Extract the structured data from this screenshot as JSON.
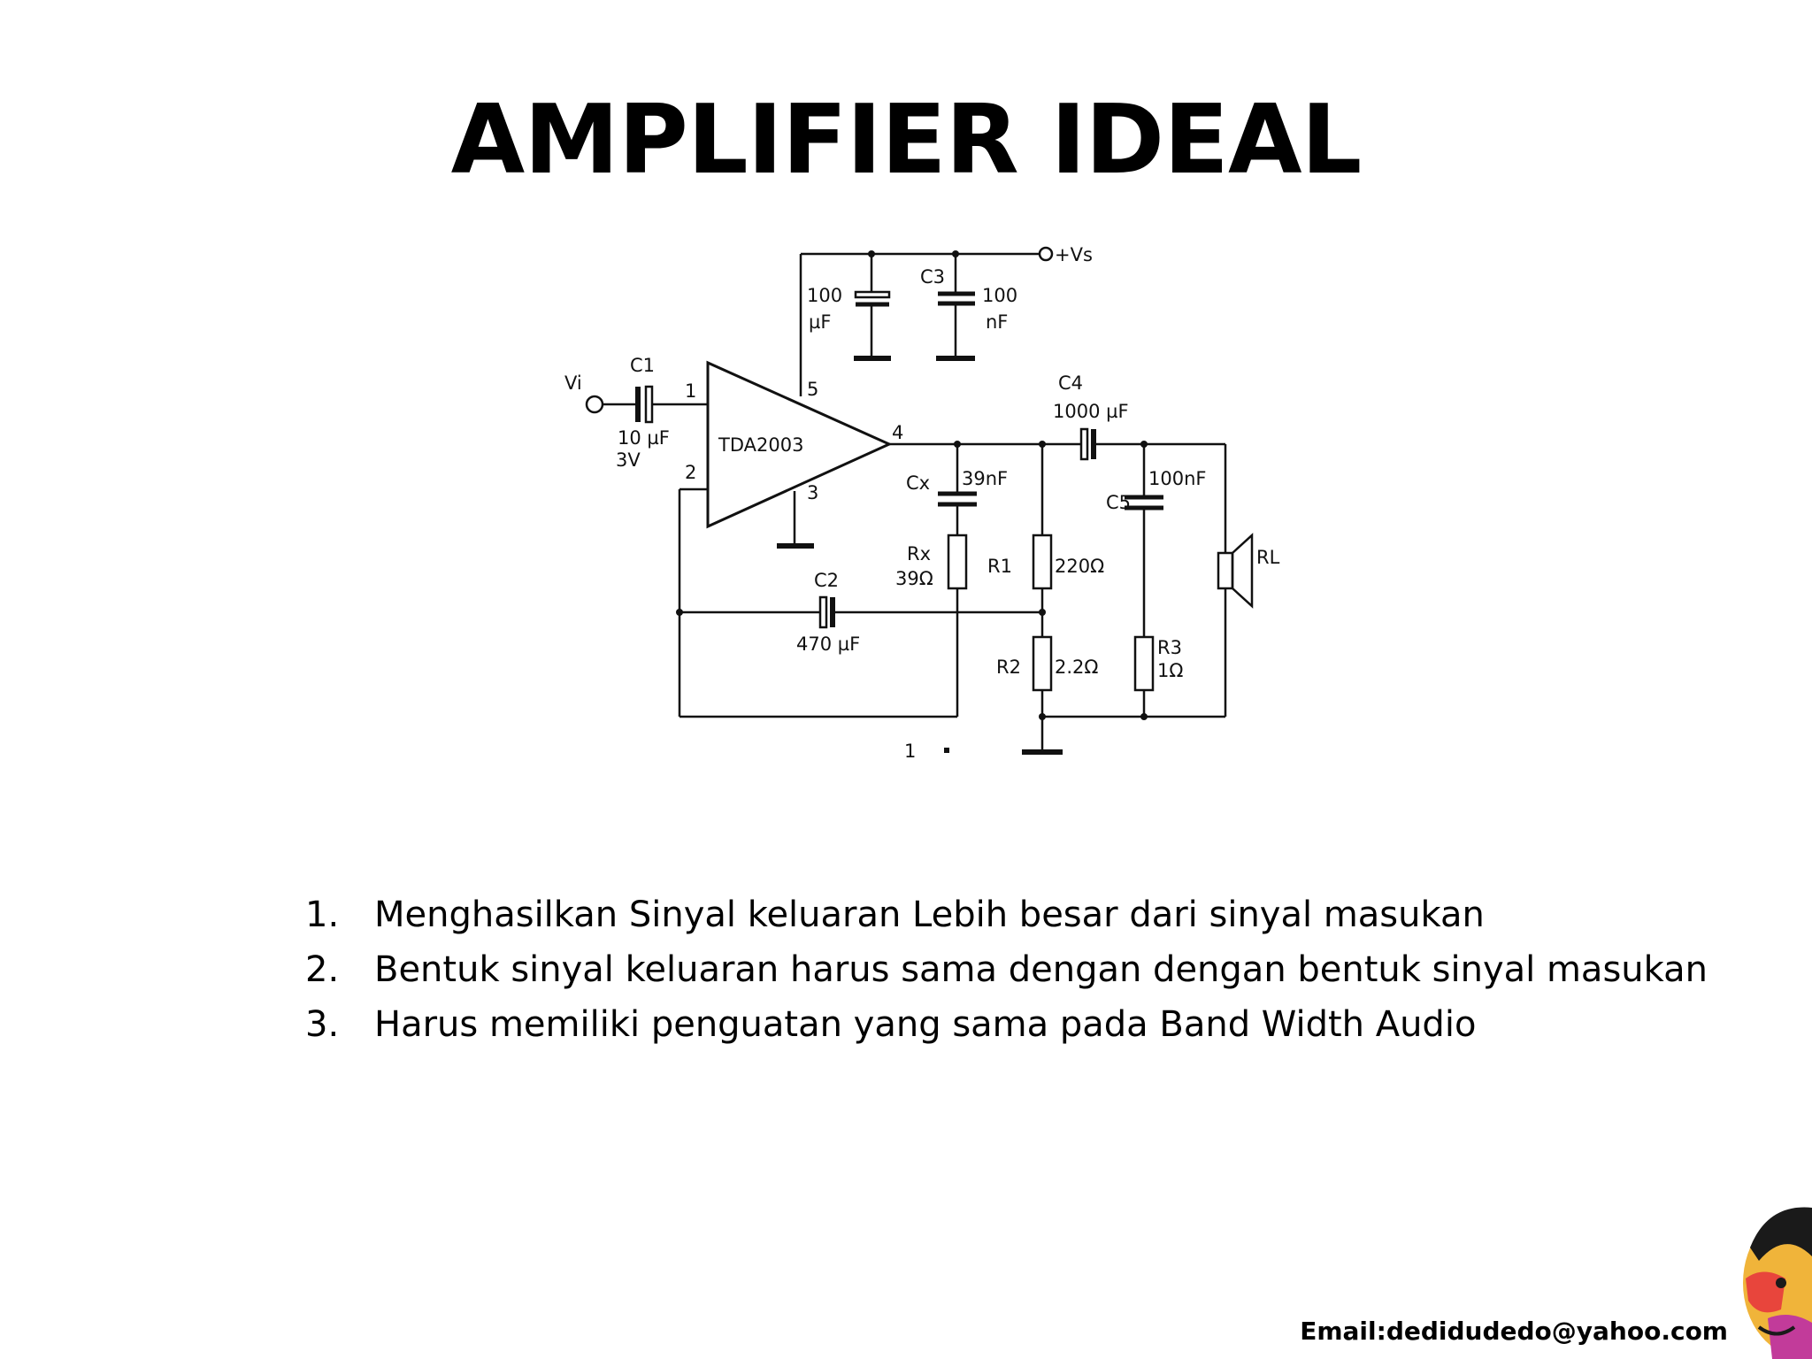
{
  "slide": {
    "title": "AMPLIFIER IDEAL",
    "email": "Email:dedidudedo@yahoo.com"
  },
  "schematic": {
    "ic": "TDA2003",
    "pins": [
      "1",
      "2",
      "3",
      "4",
      "5"
    ],
    "labels": {
      "vs": "+Vs",
      "vi": "Vi",
      "c1": "C1",
      "c1_value": "10 µF",
      "c1_voltage": "3V",
      "c_top_value": "100",
      "c_top_unit": "µF",
      "c3": "C3",
      "c3_value": "100",
      "c3_unit": "nF",
      "c4": "C4",
      "c4_value": "1000 µF",
      "cx": "Cx",
      "cx_value": "39nF",
      "rx": "Rx",
      "rx_value": "39Ω",
      "r1": "R1",
      "r1_value": "220Ω",
      "c5": "C5",
      "c5_value": "100nF",
      "rl": "RL",
      "c2": "C2",
      "c2_value": "470 µF",
      "r2": "R2",
      "r2_value": "2.2Ω",
      "r3": "R3",
      "r3_value": "1Ω",
      "figure_mark": "1"
    }
  },
  "points": [
    {
      "number": "1.",
      "text": "Menghasilkan Sinyal keluaran Lebih besar dari sinyal masukan"
    },
    {
      "number": "2.",
      "text": "Bentuk sinyal keluaran harus sama dengan dengan bentuk sinyal masukan"
    },
    {
      "number": "3.",
      "text": "Harus memiliki penguatan yang sama pada Band Width Audio"
    }
  ]
}
